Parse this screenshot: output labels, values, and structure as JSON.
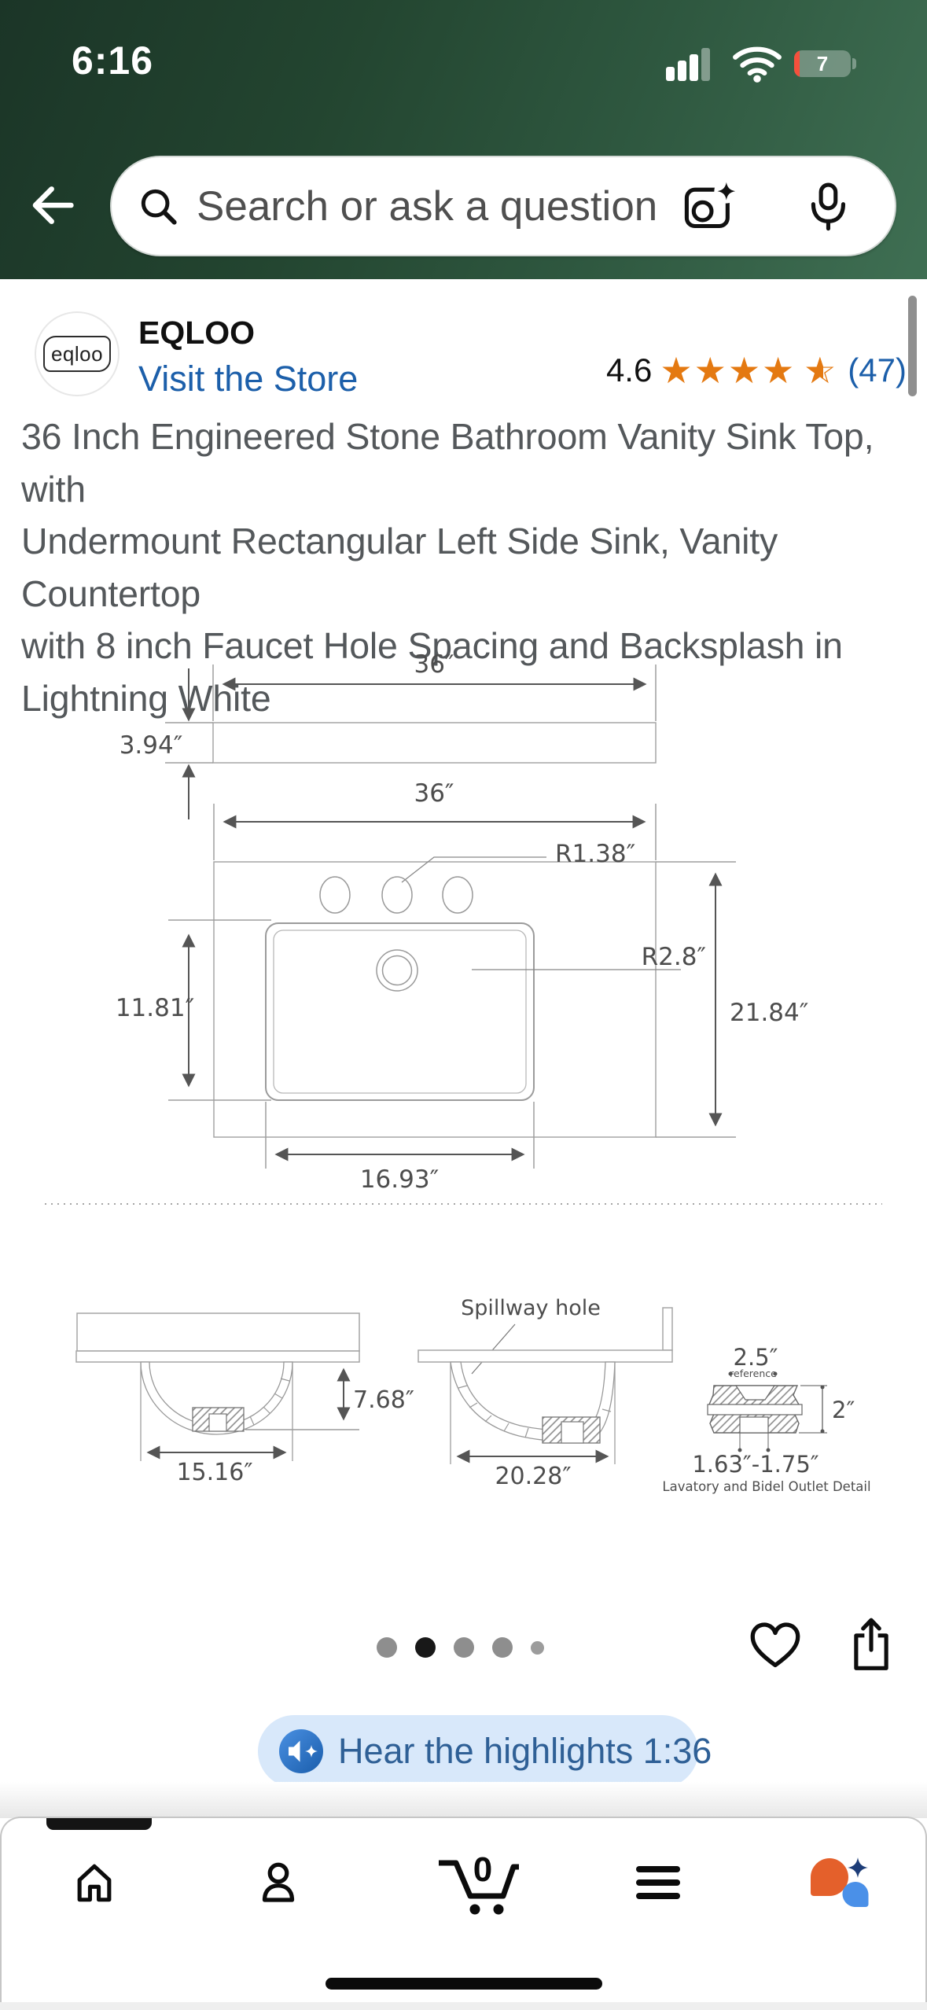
{
  "status": {
    "time": "6:16",
    "battery_percent": "7"
  },
  "search": {
    "placeholder": "Search or ask a question"
  },
  "seller": {
    "logo_text": "eqloo",
    "name": "EQLOO",
    "store_link": "Visit the Store",
    "rating": "4.6",
    "stars_full": "★★★★",
    "review_count": "(47)"
  },
  "product": {
    "title": "36 Inch Engineered Stone Bathroom Vanity Sink Top, with Undermount Rectangular Left Side Sink, Vanity Countertop with 8 inch Faucet Hole Spacing and Backsplash in Lightning White",
    "title_lines": [
      "36 Inch Engineered Stone Bathroom Vanity Sink Top, with",
      "Undermount Rectangular Left Side Sink, Vanity Countertop",
      "with 8 inch Faucet Hole Spacing and Backsplash in",
      "Lightning White"
    ]
  },
  "drawing": {
    "backsplash_width": "36″",
    "backsplash_depth": "3.94″",
    "counter_width": "36″",
    "hole_radius": "R1.38″",
    "sink_offset": "11.81″",
    "corner_radius": "R2.8″",
    "counter_depth": "21.84″",
    "sink_width": "16.93″",
    "bowl_depth": "7.68″",
    "bowl_width": "15.16″",
    "spillway_label": "Spillway hole",
    "bowl_outer_width": "20.28″",
    "outlet_top": "2.5″",
    "outlet_reference": "reference",
    "outlet_height": "2″",
    "outlet_range": "1.63″-1.75″",
    "outlet_caption": "Lavatory and Bidel Outlet Detail"
  },
  "carousel": {
    "count": 5,
    "active_index": 1
  },
  "audio": {
    "label": "Hear the highlights 1:36"
  },
  "nav": {
    "cart_count": "0"
  },
  "colors": {
    "header_green": "#2e573f",
    "link_blue": "#1c5faa",
    "star_orange": "#e47911",
    "audio_pill_bg": "#d8e8fa",
    "audio_text_blue": "#2f6096",
    "rufus_orange": "#e4602b",
    "rufus_dark_blue": "#1d3d78",
    "rufus_light_blue": "#4a90e8"
  }
}
